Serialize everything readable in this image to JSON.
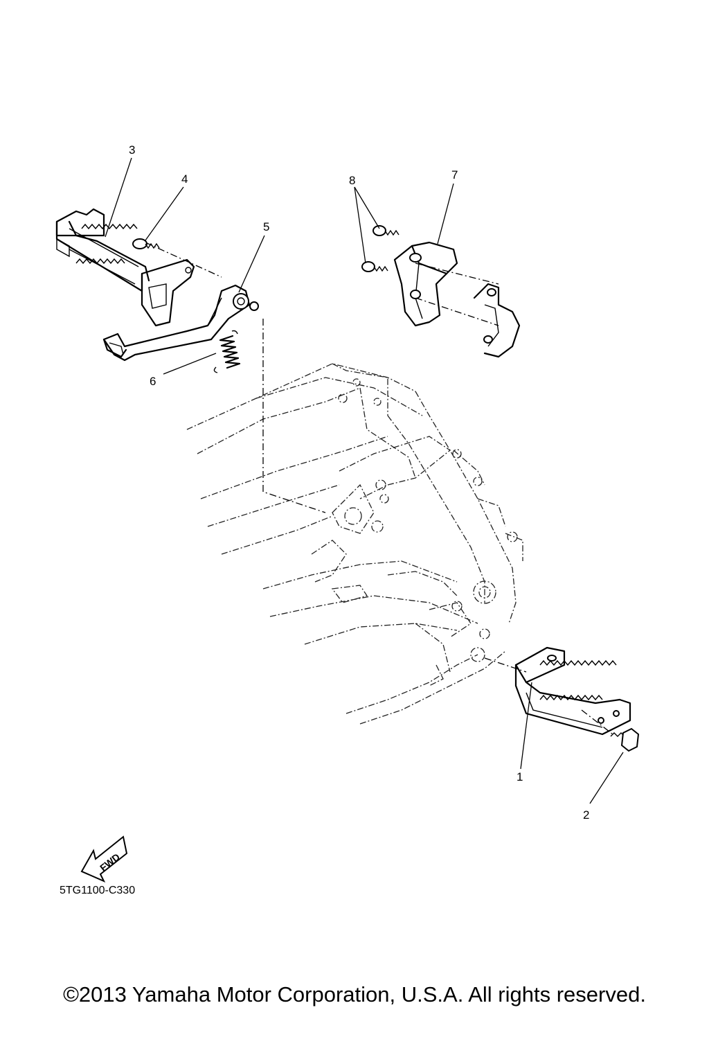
{
  "diagram": {
    "callouts": [
      {
        "id": "3",
        "label": "3"
      },
      {
        "id": "4",
        "label": "4"
      },
      {
        "id": "5",
        "label": "5"
      },
      {
        "id": "6",
        "label": "6"
      },
      {
        "id": "7",
        "label": "7"
      },
      {
        "id": "8",
        "label": "8"
      },
      {
        "id": "1",
        "label": "1"
      },
      {
        "id": "2",
        "label": "2"
      }
    ],
    "fwd_label": "FWD",
    "ref_code": "5TG1100-C330"
  },
  "footer": {
    "copyright": "©2013 Yamaha Motor Corporation, U.S.A. All rights reserved."
  }
}
